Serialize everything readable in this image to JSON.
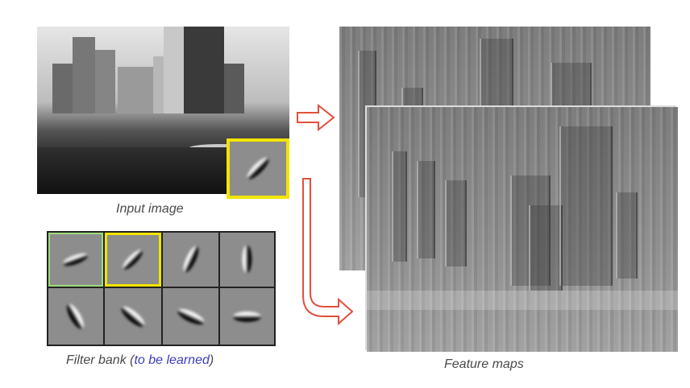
{
  "captions": {
    "input_image": "Input image",
    "filter_bank_prefix": "Filter bank (",
    "filter_bank_highlight": "to be learned",
    "filter_bank_suffix": ")",
    "feature_maps": "Feature maps"
  },
  "colors": {
    "highlight_yellow": "#f2e400",
    "highlight_green": "#9edb7b",
    "arrow_red": "#e0503c",
    "caption_blue": "#3b3bc4"
  },
  "filters": [
    {
      "id": "filter-1",
      "angle_deg": -20,
      "highlight": "green"
    },
    {
      "id": "filter-2",
      "angle_deg": -45,
      "highlight": "yellow"
    },
    {
      "id": "filter-3",
      "angle_deg": -65,
      "highlight": "none"
    },
    {
      "id": "filter-4",
      "angle_deg": -90,
      "highlight": "none"
    },
    {
      "id": "filter-5",
      "angle_deg": 60,
      "highlight": "none"
    },
    {
      "id": "filter-6",
      "angle_deg": 40,
      "highlight": "none"
    },
    {
      "id": "filter-7",
      "angle_deg": 25,
      "highlight": "none"
    },
    {
      "id": "filter-8",
      "angle_deg": 0,
      "highlight": "none"
    }
  ],
  "input_filter_angle_deg": -45
}
